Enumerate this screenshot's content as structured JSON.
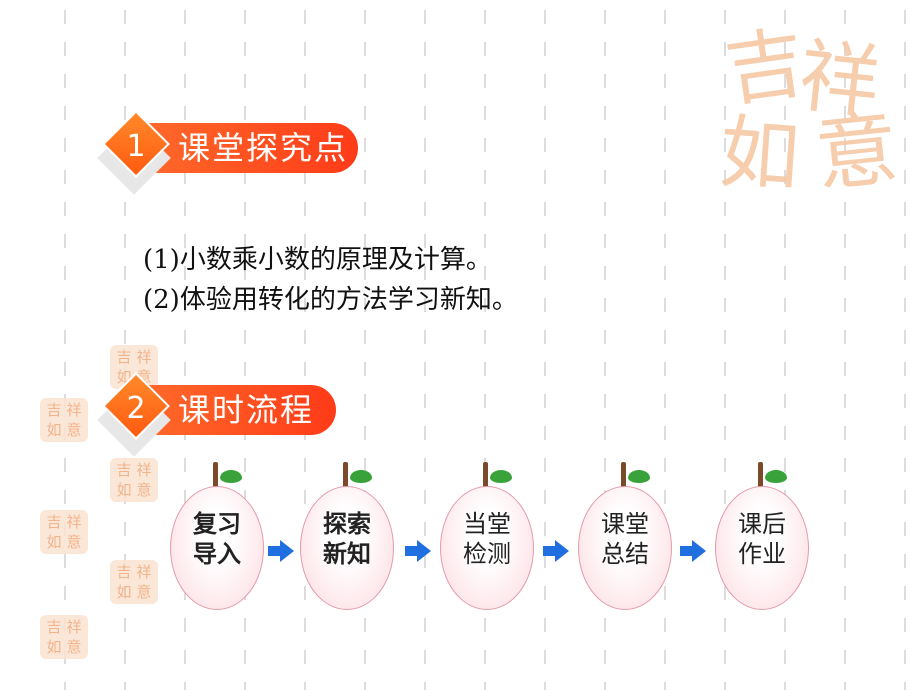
{
  "logo": {
    "chars": [
      "吉",
      "祥",
      "如",
      "意"
    ]
  },
  "section1": {
    "number": "1",
    "title": "课堂探究点",
    "items": [
      "(1)小数乘小数的原理及计算。",
      "(2)体验用转化的方法学习新知。"
    ]
  },
  "section2": {
    "number": "2",
    "title": "课时流程"
  },
  "flow": {
    "steps": [
      {
        "line1": "复习",
        "line2": "导入"
      },
      {
        "line1": "探索",
        "line2": "新知"
      },
      {
        "line1": "当堂",
        "line2": "检测"
      },
      {
        "line1": "课堂",
        "line2": "总结"
      },
      {
        "line1": "课后",
        "line2": "作业"
      }
    ]
  },
  "colors": {
    "header_orange": "#ff4a1c",
    "arrow_blue": "#1f6fe0",
    "leaf_green": "#3aa23a",
    "fruit_border": "#e69aaa"
  }
}
